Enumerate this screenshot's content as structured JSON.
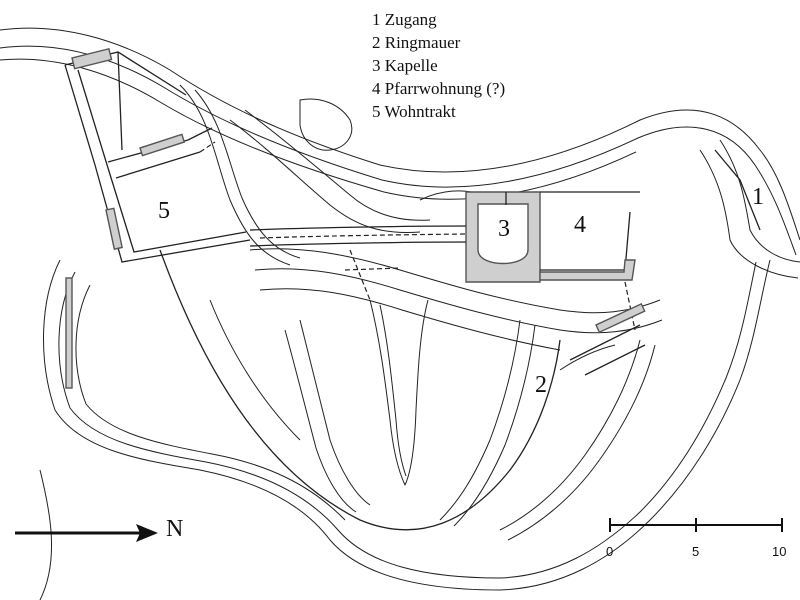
{
  "legend": {
    "items": [
      "1 Zugang",
      "2 Ringmauer",
      "3 Kapelle",
      "4 Pfarrwohnung (?)",
      "5 Wohntrakt"
    ]
  },
  "map_numbers": {
    "n1": "1",
    "n2": "2",
    "n3": "3",
    "n4": "4",
    "n5": "5"
  },
  "north_arrow": {
    "label": "N"
  },
  "scale_bar": {
    "labels": [
      "0",
      "5",
      "10"
    ]
  },
  "colors": {
    "wall_fill": "#cfcfcf",
    "ink": "#222222"
  }
}
